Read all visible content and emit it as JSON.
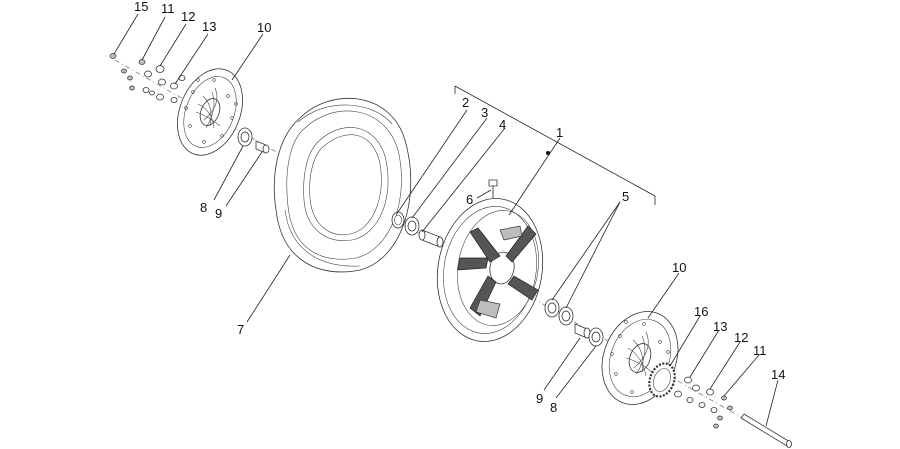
{
  "diagram": {
    "callouts": [
      {
        "key": "c15",
        "text": "15"
      },
      {
        "key": "c11a",
        "text": "11"
      },
      {
        "key": "c12a",
        "text": "12"
      },
      {
        "key": "c13a",
        "text": "13"
      },
      {
        "key": "c10a",
        "text": "10"
      },
      {
        "key": "c8a",
        "text": "8"
      },
      {
        "key": "c9a",
        "text": "9"
      },
      {
        "key": "c7",
        "text": "7"
      },
      {
        "key": "c2",
        "text": "2"
      },
      {
        "key": "c3",
        "text": "3"
      },
      {
        "key": "c4",
        "text": "4"
      },
      {
        "key": "c1",
        "text": "1"
      },
      {
        "key": "c6",
        "text": "6"
      },
      {
        "key": "c5",
        "text": "5"
      },
      {
        "key": "c10b",
        "text": "10"
      },
      {
        "key": "c16",
        "text": "16"
      },
      {
        "key": "c13b",
        "text": "13"
      },
      {
        "key": "c12b",
        "text": "12"
      },
      {
        "key": "c11b",
        "text": "11"
      },
      {
        "key": "c14",
        "text": "14"
      },
      {
        "key": "c9b",
        "text": "9"
      },
      {
        "key": "c8b",
        "text": "8"
      }
    ]
  }
}
